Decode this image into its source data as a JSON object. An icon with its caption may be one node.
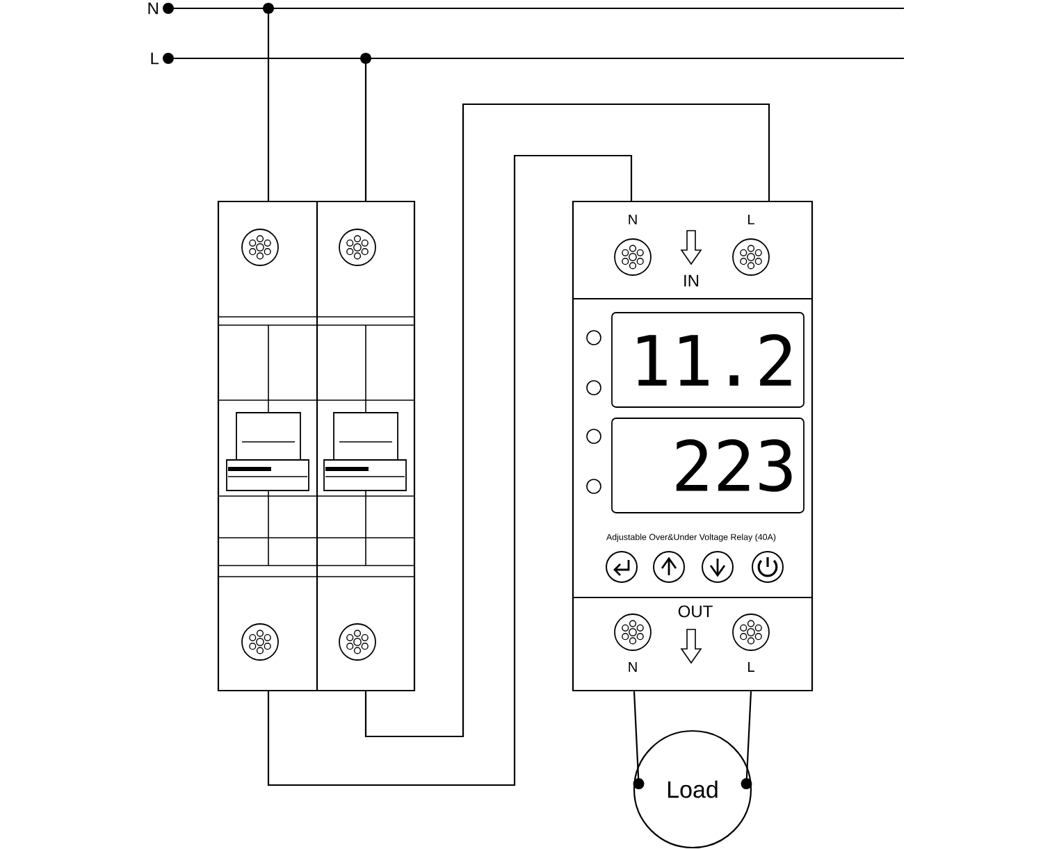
{
  "diagram": {
    "nodes": [
      {
        "text": [
          "N"
        ]
      },
      {
        "text": [
          "L"
        ]
      },
      {
        "text": [],
        "shape": "picture"
      },
      {
        "text": [
          "N",
          "L",
          "IN",
          "11.2",
          "223",
          "Adjustable Over&Under Voltage Relay (40A)",
          "OUT",
          "N",
          "L"
        ]
      },
      {
        "text": [
          "Load"
        ]
      }
    ],
    "edges": [
      {
        "from": 0,
        "to": 2,
        "arrow": "other"
      },
      {
        "from": 1,
        "to": 2,
        "arrow": "other"
      },
      {
        "from": 2,
        "to": 3,
        "arrow": "none"
      },
      {
        "from": 2,
        "to": 3,
        "arrow": "none"
      },
      {
        "from": 3,
        "to": 4,
        "arrow": "other"
      },
      {
        "from": 3,
        "to": 4,
        "arrow": "other"
      }
    ]
  }
}
